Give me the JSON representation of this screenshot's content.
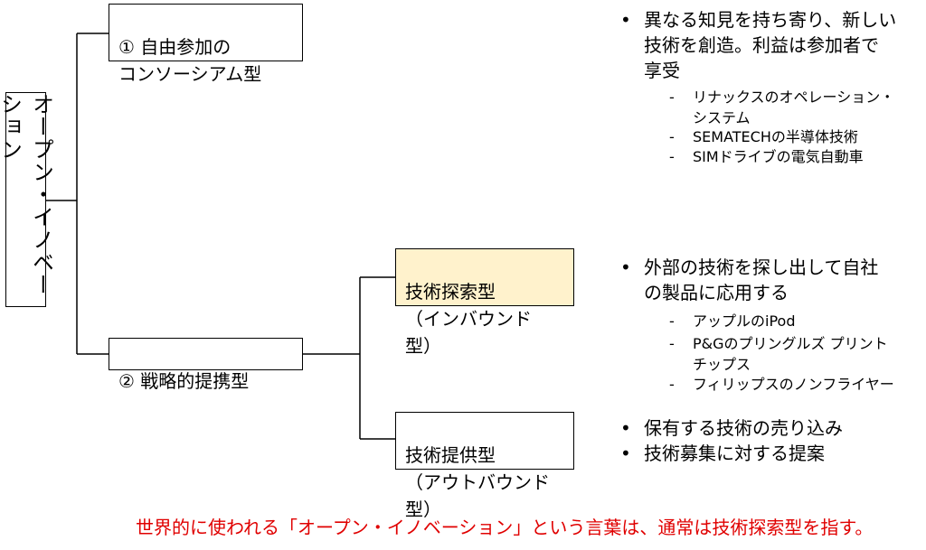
{
  "root": {
    "label": "オープン・イノベーション"
  },
  "node1": {
    "label": "①  自由参加の\nコンソーシアム型"
  },
  "node2": {
    "label": "②  戦略的提携型"
  },
  "node2a": {
    "label": "技術探索型\n（インバウンド型）"
  },
  "node2b": {
    "label": "技術提供型\n（アウトバウンド型）"
  },
  "section1": {
    "bullet": "異なる知見を持ち寄り、新しい\n技術を創造。利益は参加者で\n享受",
    "examples": [
      "リナックスのオペレーション・\nシステム",
      "SEMATECHの半導体技術",
      "SIMドライブの電気自動車"
    ]
  },
  "section2": {
    "bullet": "外部の技術を探し出して自社\nの製品に応用する",
    "examples": [
      "アップルのiPod",
      "P&Gのプリングルズ プリント\nチップス",
      "フィリップスのノンフライヤー"
    ]
  },
  "section3": {
    "bullets": [
      "保有する技術の売り込み",
      "技術募集に対する提案"
    ]
  },
  "footer": {
    "note": "世界的に使われる「オープン・イノベーション」という言葉は、通常は技術探索型を指す。"
  },
  "symbols": {
    "bullet": "•",
    "dash": "-"
  },
  "colors": {
    "note": "#e00000",
    "highlight": "#fff2cc",
    "line": "#000000"
  }
}
